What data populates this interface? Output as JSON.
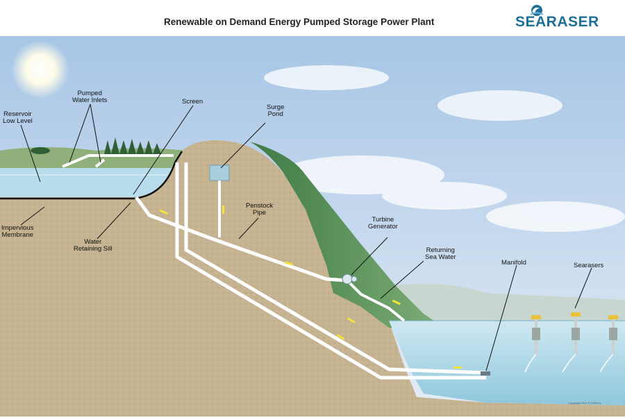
{
  "header": {
    "title": "Renewable on Demand Energy Pumped Storage Power Plant",
    "logo_text": "SEARASER"
  },
  "labels": {
    "reservoir_low_level": "Reservoir\nLow Level",
    "pumped_water_inlets": "Pumped\nWater Inlets",
    "screen": "Screen",
    "surge_pond": "Surge\nPond",
    "penstock_pipe": "Penstock\nPipe",
    "impervious_membrane": "Impervious\nMembrane",
    "water_retaining_sill": "Water\nRetaining Sill",
    "turbine_generator": "Turbine\nGenerator",
    "returning_sea_water": "Returning\nSea Water",
    "manifold": "Manifold",
    "searasers": "Searasers"
  },
  "copyright": "Copyright 2010 © 2009 Inc",
  "colors": {
    "sky_top": "#a9c6e6",
    "sky_bottom": "#e6eef6",
    "rock": "#c8b594",
    "rock_dark": "#a8926e",
    "grass": "#5f8a4e",
    "water": "#b9dcec",
    "sea": "#a9d6e6",
    "pipe": "#ffffff",
    "membrane": "#111111",
    "arrow": "#f2e23a",
    "logo": "#1d6f9a"
  }
}
